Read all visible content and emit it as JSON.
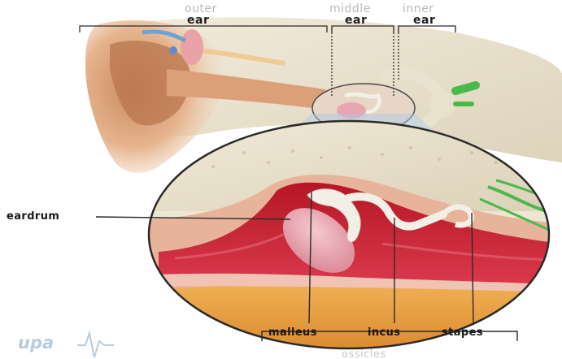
{
  "sections": {
    "outer": {
      "line1": "outer",
      "line2": "ear"
    },
    "middle": {
      "line1": "middle",
      "line2": "ear"
    },
    "inner": {
      "line1": "inner",
      "line2": "ear"
    }
  },
  "callouts": {
    "eardrum": "eardrum",
    "malleus": "malleus",
    "incus": "incus",
    "stapes": "stapes"
  },
  "group_label": "ossicles",
  "watermark": "upa",
  "colors": {
    "skin": "#e8b48e",
    "canal_wall": "#c0202e",
    "eardrum": "#e9a7b2",
    "bone": "#efe8d6",
    "ossicles": "#f2efe6",
    "nerve": "#4bb84b",
    "fat_layer": "#e69a3a",
    "cone": "#b7d3ec",
    "leader_line": "#2a2a2a"
  }
}
